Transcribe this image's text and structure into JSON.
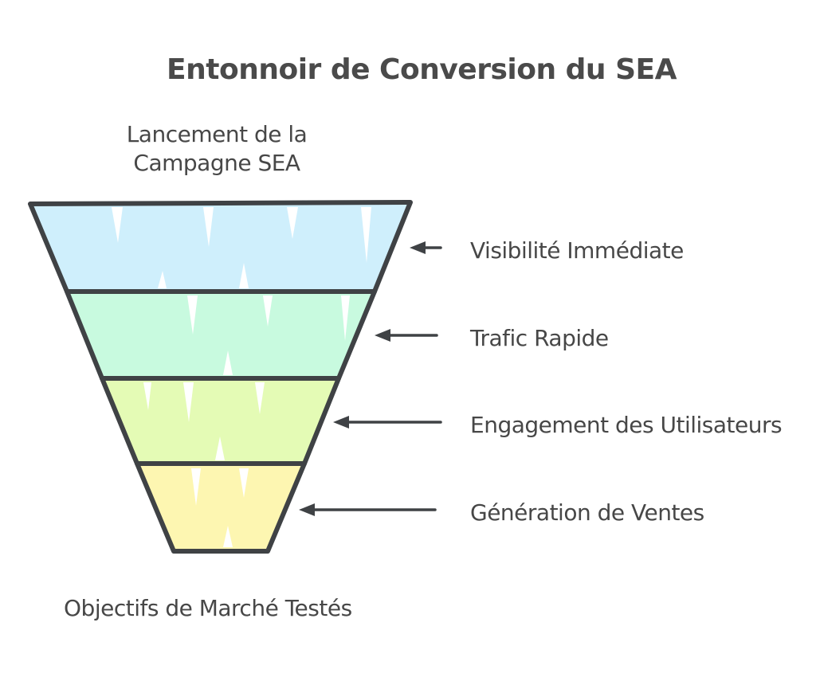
{
  "title": "Entonnoir de Conversion du SEA",
  "colors": {
    "outline": "#3f4245",
    "text": "#474747",
    "background": "#ffffff"
  },
  "funnel": {
    "top_label": "Lancement de la\nCampagne SEA",
    "bottom_label": "Objectifs de Marché Testés",
    "stages": [
      {
        "label": "Visibilité Immédiate",
        "color": "#cfeffc"
      },
      {
        "label": "Trafic Rapide",
        "color": "#c8fadf"
      },
      {
        "label": "Engagement des Utilisateurs",
        "color": "#e4fbb5"
      },
      {
        "label": "Génération de Ventes",
        "color": "#fdf6b1"
      }
    ]
  }
}
